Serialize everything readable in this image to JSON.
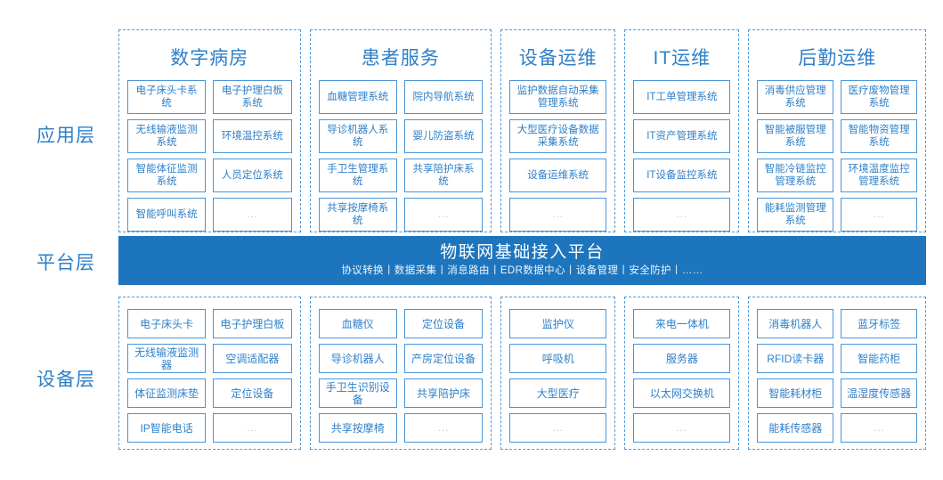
{
  "layers": {
    "application_label": "应用层",
    "platform_label": "平台层",
    "device_label": "设备层"
  },
  "platform": {
    "title": "物联网基础接入平台",
    "subtitle": "协议转换丨数据采集丨消息路由丨EDR数据中心丨设备管理丨安全防护丨……",
    "color": "#1d75bd"
  },
  "colors": {
    "accent": "#2f80c8",
    "box_border": "#4a95d6",
    "dashed_border": "#4f9ada",
    "platform_bar": "#1d75bd",
    "ellipsis_text": "#a9c8e6"
  },
  "application_layer": {
    "columns": [
      {
        "title": "数字病房",
        "grid": 2,
        "items": [
          "电子床头卡系统",
          "电子护理白板系统",
          "无线输液监测系统",
          "环境温控系统",
          "智能体征监测系统",
          "人员定位系统",
          "智能呼叫系统",
          "..."
        ]
      },
      {
        "title": "患者服务",
        "grid": 2,
        "items": [
          "血糖管理系统",
          "院内导航系统",
          "导诊机器人系统",
          "婴儿防盗系统",
          "手卫生管理系统",
          "共享陪护床系统",
          "共享按摩椅系统",
          "..."
        ]
      },
      {
        "title": "设备运维",
        "grid": 1,
        "items": [
          "监护数据自动采集管理系统",
          "大型医疗设备数据采集系统",
          "设备运维系统",
          "..."
        ]
      },
      {
        "title": "IT运维",
        "grid": 1,
        "items": [
          "IT工单管理系统",
          "IT资产管理系统",
          "IT设备监控系统",
          "..."
        ]
      },
      {
        "title": "后勤运维",
        "grid": 2,
        "items": [
          "消毒供应管理系统",
          "医疗废物管理系统",
          "智能被服管理系统",
          "智能物资管理系统",
          "智能冷链监控管理系统",
          "环境温度监控管理系统",
          "能耗监测管理系统",
          "..."
        ]
      }
    ]
  },
  "device_layer": {
    "columns": [
      {
        "grid": 2,
        "items": [
          "电子床头卡",
          "电子护理白板",
          "无线输液监测器",
          "空调适配器",
          "体征监测床垫",
          "定位设备",
          "IP智能电话",
          "..."
        ]
      },
      {
        "grid": 2,
        "items": [
          "血糖仪",
          "定位设备",
          "导诊机器人",
          "产房定位设备",
          "手卫生识别设备",
          "共享陪护床",
          "共享按摩椅",
          "..."
        ]
      },
      {
        "grid": 1,
        "items": [
          "监护仪",
          "呼吸机",
          "大型医疗",
          "..."
        ]
      },
      {
        "grid": 1,
        "items": [
          "来电一体机",
          "服务器",
          "以太网交换机",
          "..."
        ]
      },
      {
        "grid": 2,
        "items": [
          "消毒机器人",
          "蓝牙标签",
          "RFID读卡器",
          "智能药柜",
          "智能耗材柜",
          "温湿度传感器",
          "能耗传感器",
          "..."
        ]
      }
    ]
  }
}
